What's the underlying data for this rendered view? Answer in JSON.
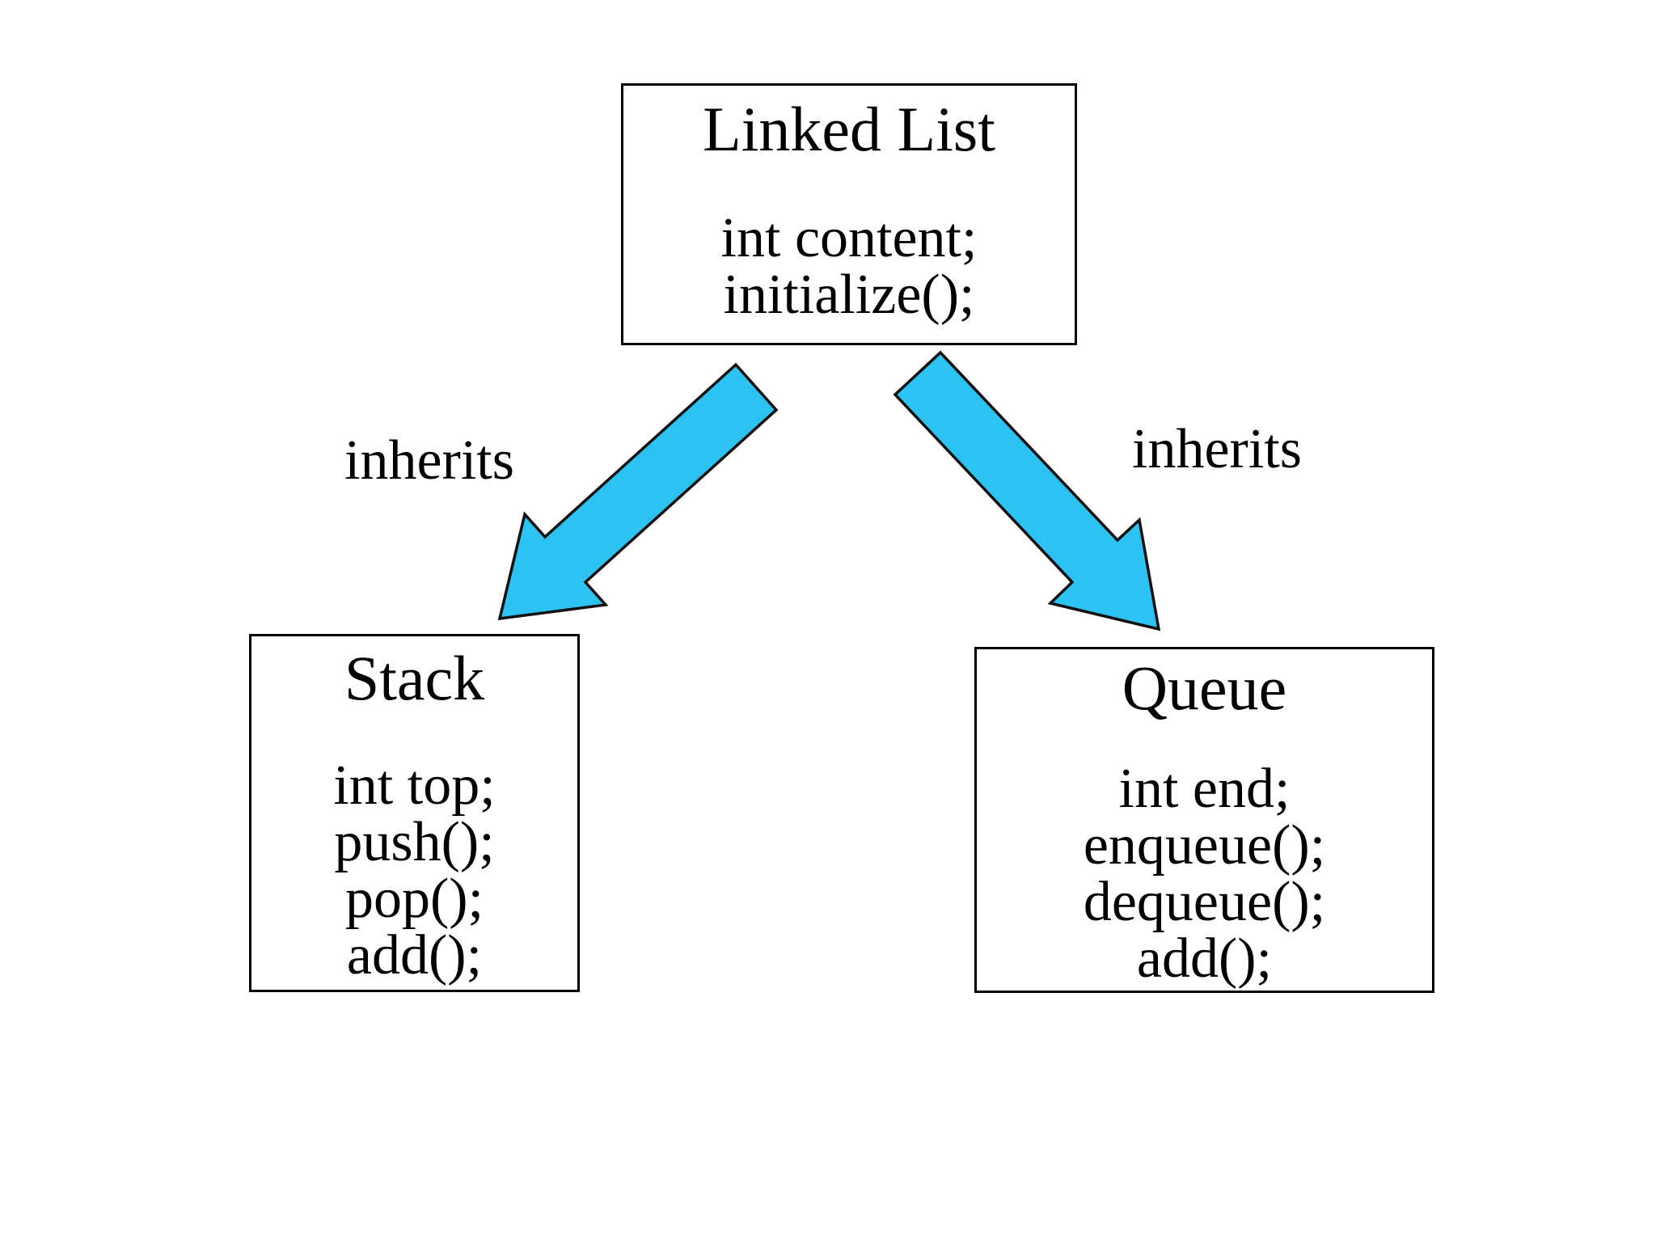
{
  "diagram": {
    "background_color": "#ffffff",
    "arrow_fill_color": "#2cc3f2",
    "arrow_outline_color": "#111111",
    "box_border_color": "#000000",
    "text_color": "#000000",
    "nodes": {
      "linked_list": {
        "title": "Linked List",
        "members": [
          "int content;",
          "initialize();"
        ]
      },
      "stack": {
        "title": "Stack",
        "members": [
          "int top;",
          "push();",
          "pop();",
          "add();"
        ]
      },
      "queue": {
        "title": "Queue",
        "members": [
          "int end;",
          "enqueue();",
          "dequeue();",
          "add();"
        ]
      }
    },
    "edges": {
      "left": {
        "label": "inherits",
        "from": "Linked List",
        "to": "Stack"
      },
      "right": {
        "label": "inherits",
        "from": "Linked List",
        "to": "Queue"
      }
    }
  }
}
